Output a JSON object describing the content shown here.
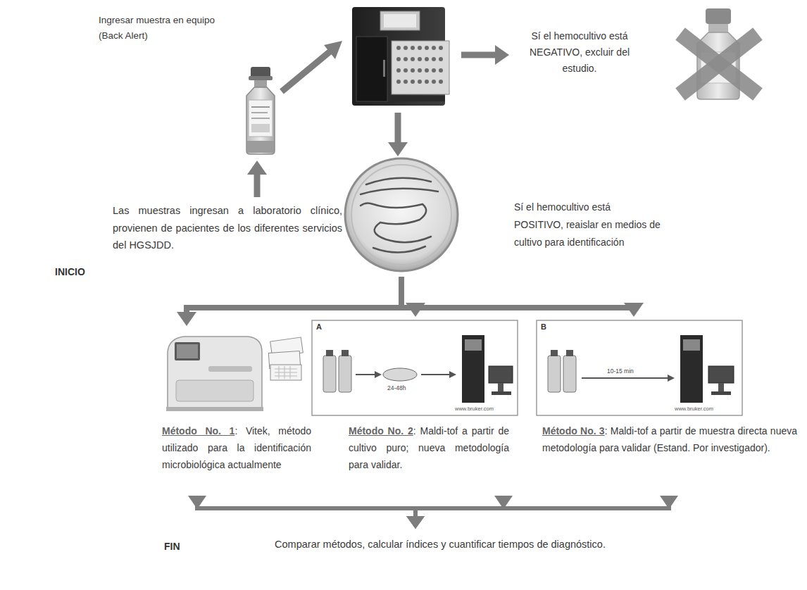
{
  "diagram": {
    "nodes": [
      {
        "text": [
          "Las muestras ingresan a laboratorio clínico, provienen de pacientes de los diferentes servicios del HGSJDD."
        ]
      },
      {
        "text": [
          "Ingresar muestra en equipo (Back Alert)"
        ]
      },
      {
        "text": [
          "Sí el hemocultivo está NEGATIVO, excluir del estudio."
        ]
      },
      {
        "text": [
          "Sí el hemocultivo está POSITIVO, reaislar en medios de cultivo para identificación"
        ]
      },
      {
        "text": [
          "Método No. 1",
          ": Vitek, método utilizado para la identificación microbiológica actualmente"
        ]
      },
      {
        "text": [
          "Método No. 2",
          ": Maldi-tof a partir de cultivo puro; nueva metodología para validar."
        ]
      },
      {
        "text": [
          "Método No. 3",
          ": Maldi-tof a partir de muestra directa nueva metodología para validar (Estand. Por investigador)."
        ]
      },
      {
        "text": [
          "Comparar métodos, calcular índices y cuantificar tiempos de diagnóstico."
        ]
      }
    ],
    "edges": [
      {
        "from": 0,
        "to": 1,
        "arrow": "to"
      },
      {
        "from": 1,
        "to": 2,
        "arrow": "to"
      },
      {
        "from": 1,
        "to": 3,
        "arrow": "to"
      },
      {
        "from": 3,
        "to": 4,
        "arrow": "to"
      },
      {
        "from": 3,
        "to": 5,
        "arrow": "to"
      },
      {
        "from": 3,
        "to": 6,
        "arrow": "to"
      },
      {
        "from": 4,
        "to": 7,
        "arrow": "to"
      },
      {
        "from": 5,
        "to": 7,
        "arrow": "to"
      },
      {
        "from": 6,
        "to": 7,
        "arrow": "to"
      }
    ],
    "labels": [
      "INICIO",
      "A",
      "24-48h",
      "www.bruker.com",
      "B",
      "10-15 min",
      "www.bruker.com",
      "FIN"
    ]
  }
}
